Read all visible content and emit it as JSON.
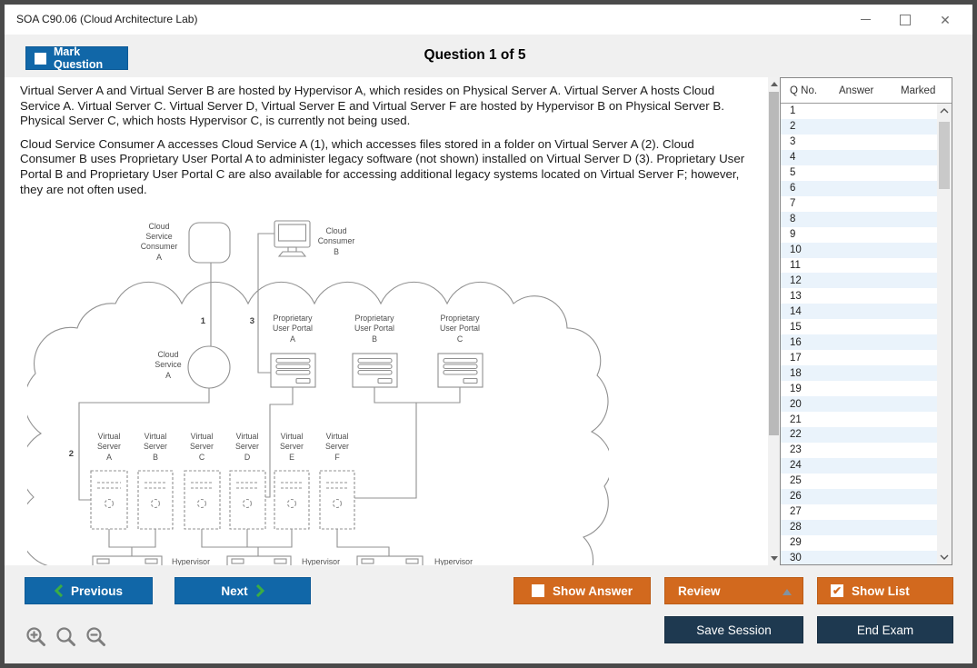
{
  "window": {
    "title": "SOA C90.06 (Cloud Architecture Lab)",
    "controls": {
      "minimize": "minimize",
      "maximize": "maximize",
      "close": "close"
    }
  },
  "header": {
    "mark_question": "Mark Question",
    "question_counter": "Question 1 of 5"
  },
  "question": {
    "paragraph1": "Virtual Server A and Virtual Server B are hosted by Hypervisor A, which resides on Physical Server A. Virtual Server A hosts Cloud Service A. Virtual Server C. Virtual Server D, Virtual Server E and Virtual Server F are hosted by Hypervisor B on Physical Server B. Physical Server C, which hosts Hypervisor C, is currently not being used.",
    "paragraph2": "Cloud Service Consumer A accesses Cloud Service A (1), which accesses files stored in a folder on Virtual Server A (2). Cloud Consumer B uses Proprietary User Portal A to administer legacy software (not shown) installed on Virtual Server D (3). Proprietary User Portal B and Proprietary User Portal C are also available for accessing additional legacy systems located on Virtual Server F; however, they are not often used."
  },
  "diagram": {
    "consumer_a": [
      "Cloud",
      "Service",
      "Consumer",
      "A"
    ],
    "consumer_b": [
      "Cloud",
      "Consumer",
      "B"
    ],
    "service_a": [
      "Cloud",
      "Service",
      "A"
    ],
    "portal_a": [
      "Proprietary",
      "User Portal",
      "A"
    ],
    "portal_b": [
      "Proprietary",
      "User Portal",
      "B"
    ],
    "portal_c": [
      "Proprietary",
      "User Portal",
      "C"
    ],
    "vs_a": [
      "Virtual",
      "Server",
      "A"
    ],
    "vs_b": [
      "Virtual",
      "Server",
      "B"
    ],
    "vs_c": [
      "Virtual",
      "Server",
      "C"
    ],
    "vs_d": [
      "Virtual",
      "Server",
      "D"
    ],
    "vs_e": [
      "Virtual",
      "Server",
      "E"
    ],
    "vs_f": [
      "Virtual",
      "Server",
      "F"
    ],
    "hypervisor": "Hypervisor",
    "num1": "1",
    "num2": "2",
    "num3": "3"
  },
  "question_list": {
    "headers": [
      "Q No.",
      "Answer",
      "Marked"
    ],
    "rows": [
      {
        "q_no": "1",
        "answer": "",
        "marked": ""
      },
      {
        "q_no": "2",
        "answer": "",
        "marked": ""
      },
      {
        "q_no": "3",
        "answer": "",
        "marked": ""
      },
      {
        "q_no": "4",
        "answer": "",
        "marked": ""
      },
      {
        "q_no": "5",
        "answer": "",
        "marked": ""
      },
      {
        "q_no": "6",
        "answer": "",
        "marked": ""
      },
      {
        "q_no": "7",
        "answer": "",
        "marked": ""
      },
      {
        "q_no": "8",
        "answer": "",
        "marked": ""
      },
      {
        "q_no": "9",
        "answer": "",
        "marked": ""
      },
      {
        "q_no": "10",
        "answer": "",
        "marked": ""
      },
      {
        "q_no": "11",
        "answer": "",
        "marked": ""
      },
      {
        "q_no": "12",
        "answer": "",
        "marked": ""
      },
      {
        "q_no": "13",
        "answer": "",
        "marked": ""
      },
      {
        "q_no": "14",
        "answer": "",
        "marked": ""
      },
      {
        "q_no": "15",
        "answer": "",
        "marked": ""
      },
      {
        "q_no": "16",
        "answer": "",
        "marked": ""
      },
      {
        "q_no": "17",
        "answer": "",
        "marked": ""
      },
      {
        "q_no": "18",
        "answer": "",
        "marked": ""
      },
      {
        "q_no": "19",
        "answer": "",
        "marked": ""
      },
      {
        "q_no": "20",
        "answer": "",
        "marked": ""
      },
      {
        "q_no": "21",
        "answer": "",
        "marked": ""
      },
      {
        "q_no": "22",
        "answer": "",
        "marked": ""
      },
      {
        "q_no": "23",
        "answer": "",
        "marked": ""
      },
      {
        "q_no": "24",
        "answer": "",
        "marked": ""
      },
      {
        "q_no": "25",
        "answer": "",
        "marked": ""
      },
      {
        "q_no": "26",
        "answer": "",
        "marked": ""
      },
      {
        "q_no": "27",
        "answer": "",
        "marked": ""
      },
      {
        "q_no": "28",
        "answer": "",
        "marked": ""
      },
      {
        "q_no": "29",
        "answer": "",
        "marked": ""
      },
      {
        "q_no": "30",
        "answer": "",
        "marked": ""
      }
    ]
  },
  "footer": {
    "previous": "Previous",
    "next": "Next",
    "show_answer": "Show Answer",
    "review": "Review",
    "show_list": "Show List",
    "save_session": "Save Session",
    "end_exam": "End Exam"
  },
  "colors": {
    "accent_blue": "#1167a8",
    "accent_orange": "#d2691e",
    "accent_navy": "#1e3950",
    "chevron_green": "#3bad44",
    "row_alt": "#eaf3fb",
    "diagram_gray": "#919191"
  }
}
